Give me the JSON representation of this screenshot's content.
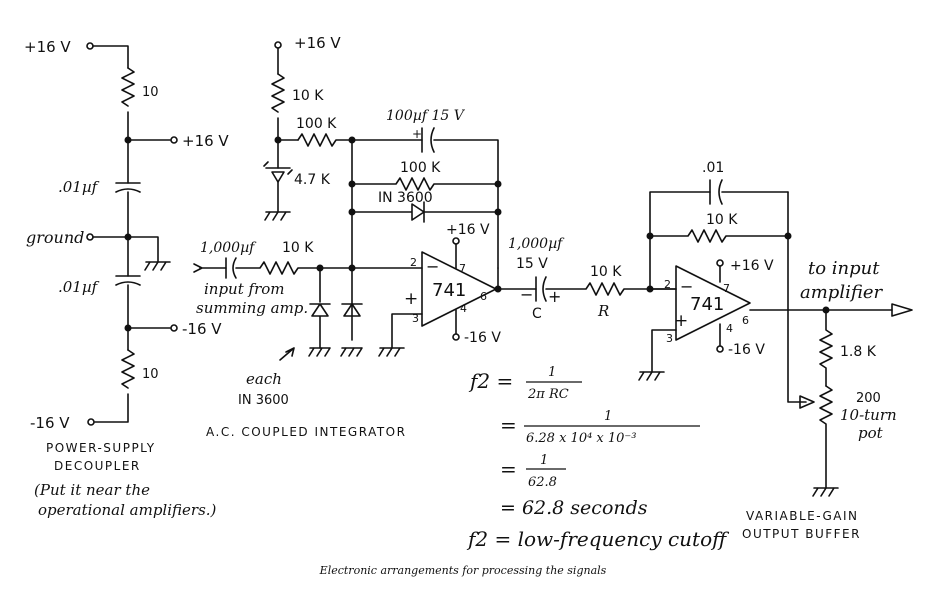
{
  "supply": {
    "pos_top": "+16 V",
    "r_top": "10",
    "pos_out": "+16 V",
    "cap_top": ".01µf",
    "ground": "ground",
    "cap_bottom": ".01µf",
    "neg_out": "-16 V",
    "r_bottom": "10",
    "neg_top": "-16 V",
    "title_line1": "POWER-SUPPLY",
    "title_line2": "DECOUPLER",
    "note_line1": "(Put it near the",
    "note_line2": "operational amplifiers.)"
  },
  "integrator": {
    "pos_supply": "+16 V",
    "r_10k": "10 K",
    "r_100k_a": "100 K",
    "zener": "4.7 K",
    "cap_100uf": "100µf 15 V",
    "r_100k_b": "100 K",
    "diode_fb": "IN 3600",
    "input_cap": "1,000µf",
    "input_r": "10 K",
    "input_label_1": "input from",
    "input_label_2": "summing amp.",
    "each_1": "each",
    "each_2": "IN 3600",
    "opamp": "741",
    "vplus": "+16 V",
    "vminus": "-16 V",
    "pin2": "2",
    "pin3": "3",
    "pin4": "4",
    "pin6": "6",
    "pin7": "7",
    "title": "A.C. COUPLED INTEGRATOR"
  },
  "coupling": {
    "cap": "1,000µf",
    "cap_v": "15 V",
    "cap_name": "C",
    "r": "10 K",
    "r_name": "R"
  },
  "formula": {
    "l1_lhs": "f2 =",
    "l1_num": "1",
    "l1_den": "2π RC",
    "l2_num": "1",
    "l2_den": "6.28 x 10⁴ x 10⁻³",
    "l3_num": "1",
    "l3_den": "62.8",
    "l4": "= 62.8 seconds",
    "l5": "f2 = low-frequency cutoff"
  },
  "buffer": {
    "cap": ".01",
    "r": "10 K",
    "opamp": "741",
    "vplus": "+16 V",
    "vminus": "-16 V",
    "pin2": "2",
    "pin3": "3",
    "pin4": "4",
    "pin6": "6",
    "pin7": "7",
    "out_1": "to input",
    "out_2": "amplifier",
    "r_out": "1.8 K",
    "pot_1": "200",
    "pot_2": "10-turn",
    "pot_3": "pot",
    "title_line1": "VARIABLE-GAIN",
    "title_line2": "OUTPUT BUFFER"
  },
  "caption": "Electronic arrangements for processing the signals"
}
